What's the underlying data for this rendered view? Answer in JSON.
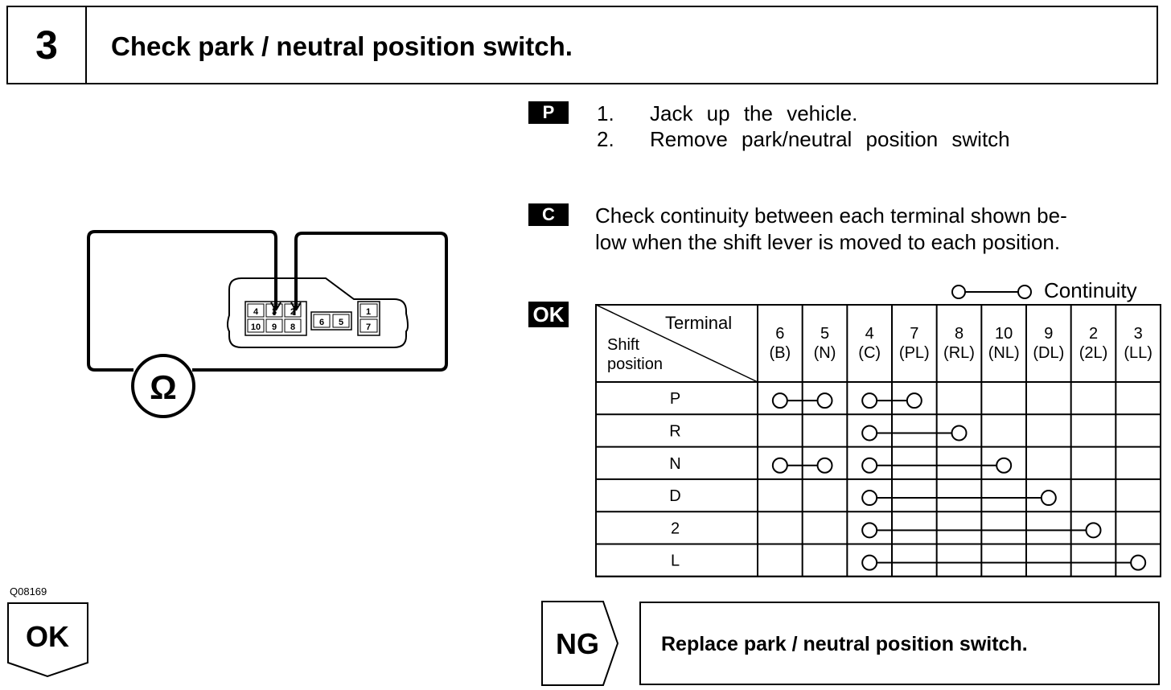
{
  "header": {
    "step_number": "3",
    "title": "Check park / neutral position switch."
  },
  "procedure": {
    "prep_tag": "P",
    "steps": [
      {
        "num": "1.",
        "text": "Jack up the vehicle."
      },
      {
        "num": "2.",
        "text": "Remove park/neutral position switch"
      }
    ],
    "check_tag": "C",
    "check_line1": "Check continuity between each terminal shown be-",
    "check_line2": "low when the shift lever is moved to each position.",
    "ok_tag": "OK"
  },
  "legend": {
    "label": "Continuity"
  },
  "connector": {
    "ohm_symbol": "Ω",
    "pins_top": [
      "4",
      "3",
      "2",
      "6",
      "5",
      "1"
    ],
    "pins_bottom": [
      "10",
      "9",
      "8",
      "7"
    ]
  },
  "table": {
    "corner_terminal": "Terminal",
    "corner_shift_1": "Shift",
    "corner_shift_2": "position",
    "columns": [
      {
        "num": "6",
        "code": "(B)"
      },
      {
        "num": "5",
        "code": "(N)"
      },
      {
        "num": "4",
        "code": "(C)"
      },
      {
        "num": "7",
        "code": "(PL)"
      },
      {
        "num": "8",
        "code": "(RL)"
      },
      {
        "num": "10",
        "code": "(NL)"
      },
      {
        "num": "9",
        "code": "(DL)"
      },
      {
        "num": "2",
        "code": "(2L)"
      },
      {
        "num": "3",
        "code": "(LL)"
      }
    ],
    "rows": [
      {
        "position": "P",
        "links": [
          [
            0,
            1
          ],
          [
            2,
            3
          ]
        ]
      },
      {
        "position": "R",
        "links": [
          [
            2,
            4
          ]
        ]
      },
      {
        "position": "N",
        "links": [
          [
            0,
            1
          ],
          [
            2,
            5
          ]
        ]
      },
      {
        "position": "D",
        "links": [
          [
            2,
            6
          ]
        ]
      },
      {
        "position": "2",
        "links": [
          [
            2,
            7
          ]
        ]
      },
      {
        "position": "L",
        "links": [
          [
            2,
            8
          ]
        ]
      }
    ]
  },
  "figure_id": "Q08169",
  "result_ok": "OK",
  "result_ng": "NG",
  "ng_action": "Replace park / neutral position switch."
}
